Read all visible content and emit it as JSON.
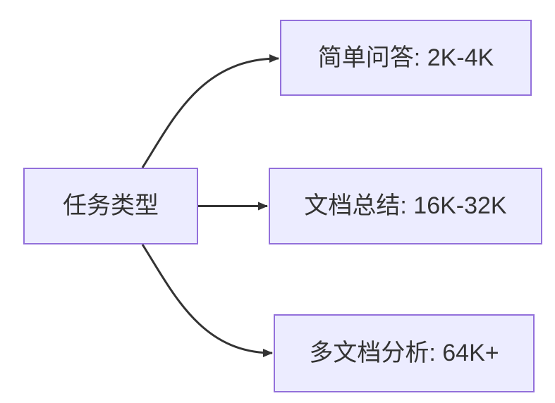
{
  "diagram": {
    "type": "flowchart-left-to-right",
    "root_node": {
      "label": "任务类型"
    },
    "branches": [
      {
        "label": "简单问答: 2K-4K"
      },
      {
        "label": "文档总结: 16K-32K"
      },
      {
        "label": "多文档分析: 64K+"
      }
    ],
    "colors": {
      "node_fill": "#ECECFF",
      "node_border": "#9370DB",
      "edge": "#333333",
      "text": "#333333",
      "background": "#FFFFFF"
    }
  }
}
